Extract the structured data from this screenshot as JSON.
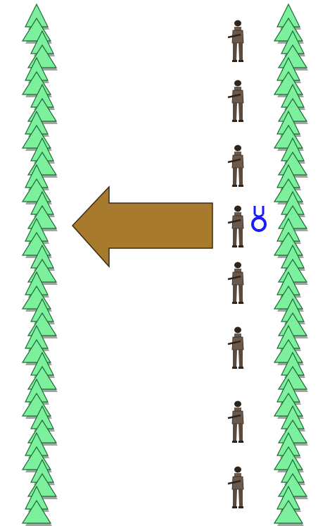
{
  "diagram": {
    "left_tree_column": {
      "tree_count": 19
    },
    "right_tree_column": {
      "tree_count": 19
    },
    "soldier_line": {
      "soldier_count": 8
    },
    "movement_arrow": {
      "direction": "left",
      "color": "#a87a2e"
    },
    "leader_marker": {
      "icon": "leader-symbol-icon",
      "color": "#1a1aff"
    },
    "colors": {
      "tree_fill": "#7cf09c",
      "tree_outline": "#1f6a36",
      "tree_shadow": "#9a9a9a",
      "soldier_uniform": "#6b5a4c",
      "soldier_dark": "#2e241c"
    }
  }
}
